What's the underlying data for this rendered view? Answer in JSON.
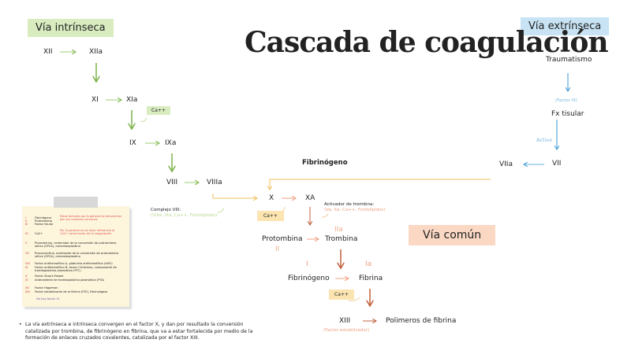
{
  "title": "Cascada de coagulación",
  "tags": {
    "intrinseca": "Vía intrínseca",
    "extrinseca": "Vía extrínseca",
    "comun": "Vía común"
  },
  "intrinsic": {
    "xii": "XII",
    "xiia": "XIIa",
    "xi": "XI",
    "xia": "XIa",
    "ca1": "Ca++",
    "ix": "IX",
    "ixa": "IXa",
    "viii": "VIII",
    "viiia": "VIIIa",
    "complejo_title": "Complejo VIII:",
    "complejo_items": "(VIIIa, IXa, Ca++, Fosfolípidos)"
  },
  "extrinsic": {
    "trauma": "Traumatismo",
    "factor3": "(Factor III)",
    "fx": "Fx tisular",
    "activo": "Activo",
    "vii": "VII",
    "viia": "VIIa"
  },
  "common": {
    "fibrinogeno_top": "Fibrinógeno",
    "x": "X",
    "xa": "XA",
    "ca2": "Ca++",
    "activador_title": "Activador de trombina:",
    "activador_items": "(Va, Xa, Ca++, Fosfolípidos)",
    "protrombina": "Protombina",
    "ii": "II",
    "iia": "IIa",
    "trombina": "Trombina",
    "i": "I",
    "ia": "Ia",
    "fibrinogeno": "Fibrinógeno",
    "fibrina": "Fibrina",
    "ca3": "Ca++",
    "xiii": "XIII",
    "estab": "(Factor estabilizador)",
    "polimeros": "Polimeros de fibrina"
  },
  "legend": {
    "note1": "Estos factores por lo general se denominan por sus nombres comunes",
    "note2": "Por lo general no se hace referencia al Ca2+ como factor de la coagulación",
    "rows": [
      {
        "n": "I",
        "t": "Fibrinógeno"
      },
      {
        "n": "II",
        "t": "Protrombina"
      },
      {
        "n": "III",
        "t": "Factor tisular"
      },
      {
        "n": "IV",
        "t": "Ca2+"
      },
      {
        "n": "V",
        "t": "Proacelerina, acelerador de la conversión de protrombina sérica (SPCA), cotromboplastina"
      },
      {
        "n": "VII",
        "t": "Proconvertina, acelerador de la conversión de protrombina sérica (SPCA), cotromboplastina"
      },
      {
        "n": "VIII",
        "t": "Factor antihemofílico A, globulina antihemofílica (AHG)"
      },
      {
        "n": "IX",
        "t": "Factor antihemofílico B, factor Christmas, componente de tromboplastina plasmática (PTC)"
      },
      {
        "n": "X",
        "t": "Factor Stuart-Prower"
      },
      {
        "n": "XI",
        "t": "Antecedente de tromboplastina plasmática (PTA)"
      },
      {
        "n": "XII",
        "t": "Factor Hageman"
      },
      {
        "n": "XIII",
        "t": "Factor estabilizante de la fibrina (FSF), fibrinoligasa"
      }
    ],
    "footer": "No hay factor VI."
  },
  "bullet": "La vía extrínseca e intrínseca convergen en el factor X, y dan por resultado la conversión catalizada por trombina, de fibrinógeno en fibrina, que va a estar fortalecida por medio de la formación de enlaces cruzados covalentes, catalizada por el factor XIII."
}
